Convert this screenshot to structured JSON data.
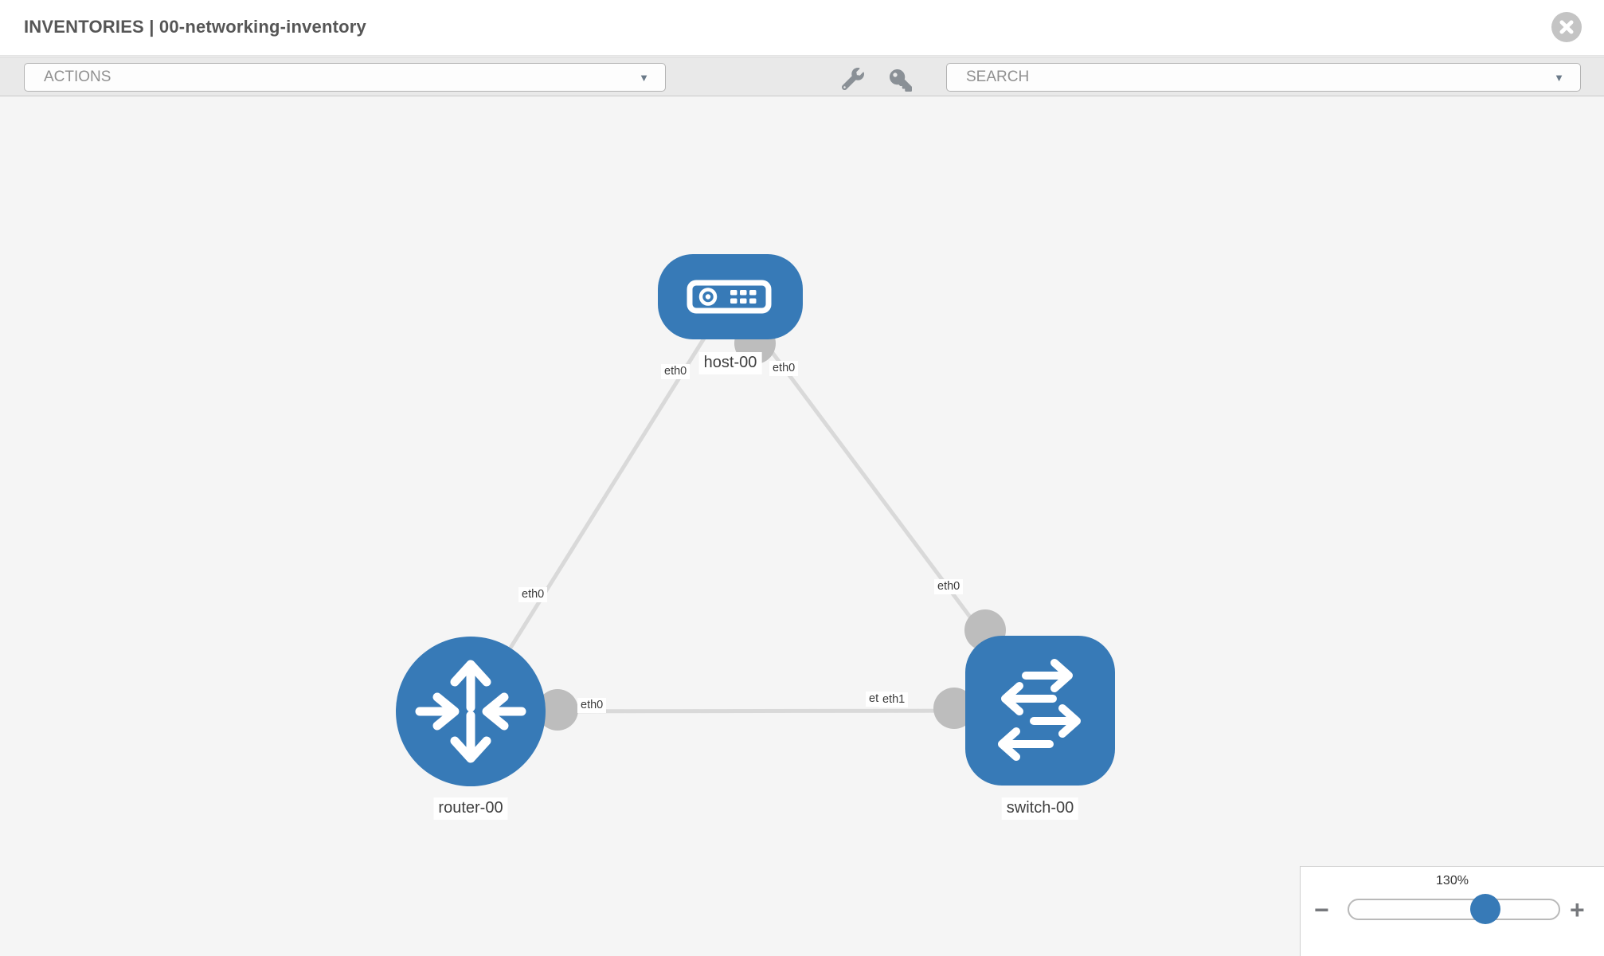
{
  "header": {
    "title": "INVENTORIES | 00-networking-inventory"
  },
  "toolbar": {
    "actions_label": "ACTIONS",
    "search_label": "SEARCH"
  },
  "icons": {
    "caret_down": "▼"
  },
  "topology": {
    "nodes": [
      {
        "id": "host-00",
        "type": "host",
        "label": "host-00"
      },
      {
        "id": "router-00",
        "type": "router",
        "label": "router-00"
      },
      {
        "id": "switch-00",
        "type": "switch",
        "label": "switch-00"
      }
    ],
    "links": [
      {
        "from": "host-00",
        "from_if": "eth0",
        "to": "router-00",
        "to_if": "eth0"
      },
      {
        "from": "host-00",
        "from_if": "eth0",
        "to": "switch-00",
        "to_if": "eth0"
      },
      {
        "from": "router-00",
        "from_if": "eth0",
        "to": "switch-00",
        "to_if": "eth1",
        "to_if_overlapped": "eth0"
      }
    ],
    "colors": {
      "node": "#377ab7",
      "port": "#bdbdbd",
      "link": "#d9d9d9"
    }
  },
  "zoom_control": {
    "level": "130%",
    "minus": "−",
    "plus": "+"
  }
}
